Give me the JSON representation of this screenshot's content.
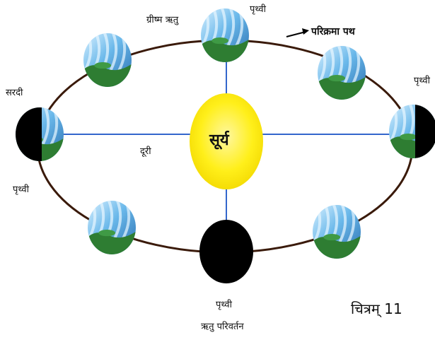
{
  "labels": {
    "sun": "सूर्य",
    "orbit_path": "परिक्रमा पथ",
    "summer": "ग्रीष्म ऋतु",
    "winter": "सरदी",
    "distance": "दूरी",
    "season_change": "ऋतु परिवर्तन",
    "earth_top": "पृथ्वी",
    "earth_right": "पृथ्वी",
    "earth_left": "पृथ्वी",
    "earth_bottom": "पृथ्वी",
    "caption": "चित्रम् 11"
  },
  "colors": {
    "sun": "#ffef1a",
    "orbit": "#3a1a0a",
    "axis_lines": "#3366cc",
    "earth_ocean": "#6ab8ea",
    "earth_land": "#2e7d32",
    "night": "#000000"
  },
  "icons": {
    "earth": "earth-globe-icon",
    "sun": "sun-icon",
    "arrow": "arrow-right-icon"
  }
}
